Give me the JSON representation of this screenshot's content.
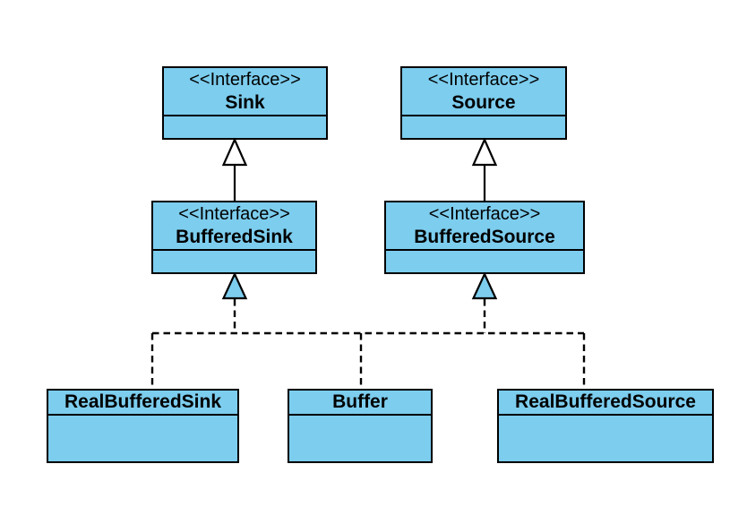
{
  "colors": {
    "background": "#ffffff",
    "box_fill": "#7ccdee",
    "box_border": "#000000",
    "line": "#000000",
    "hollow_arrow_fill": "#ffffff"
  },
  "nodes": {
    "sink": {
      "stereotype": "<<Interface>>",
      "name": "Sink"
    },
    "source": {
      "stereotype": "<<Interface>>",
      "name": "Source"
    },
    "buffered_sink": {
      "stereotype": "<<Interface>>",
      "name": "BufferedSink"
    },
    "buffered_source": {
      "stereotype": "<<Interface>>",
      "name": "BufferedSource"
    },
    "real_buffered_sink": {
      "name": "RealBufferedSink"
    },
    "buffer": {
      "name": "Buffer"
    },
    "real_buffered_source": {
      "name": "RealBufferedSource"
    }
  },
  "edges": [
    {
      "from": "BufferedSink",
      "to": "Sink",
      "type": "generalization",
      "line": "solid",
      "arrowhead": "hollow-triangle-white"
    },
    {
      "from": "BufferedSource",
      "to": "Source",
      "type": "generalization",
      "line": "solid",
      "arrowhead": "hollow-triangle-white"
    },
    {
      "from": "RealBufferedSink",
      "to": "BufferedSink",
      "type": "realization",
      "line": "dashed",
      "arrowhead": "hollow-triangle-blue"
    },
    {
      "from": "Buffer",
      "to": "BufferedSink",
      "type": "realization",
      "line": "dashed",
      "arrowhead": "hollow-triangle-blue"
    },
    {
      "from": "Buffer",
      "to": "BufferedSource",
      "type": "realization",
      "line": "dashed",
      "arrowhead": "hollow-triangle-blue"
    },
    {
      "from": "RealBufferedSource",
      "to": "BufferedSource",
      "type": "realization",
      "line": "dashed",
      "arrowhead": "hollow-triangle-blue"
    }
  ]
}
